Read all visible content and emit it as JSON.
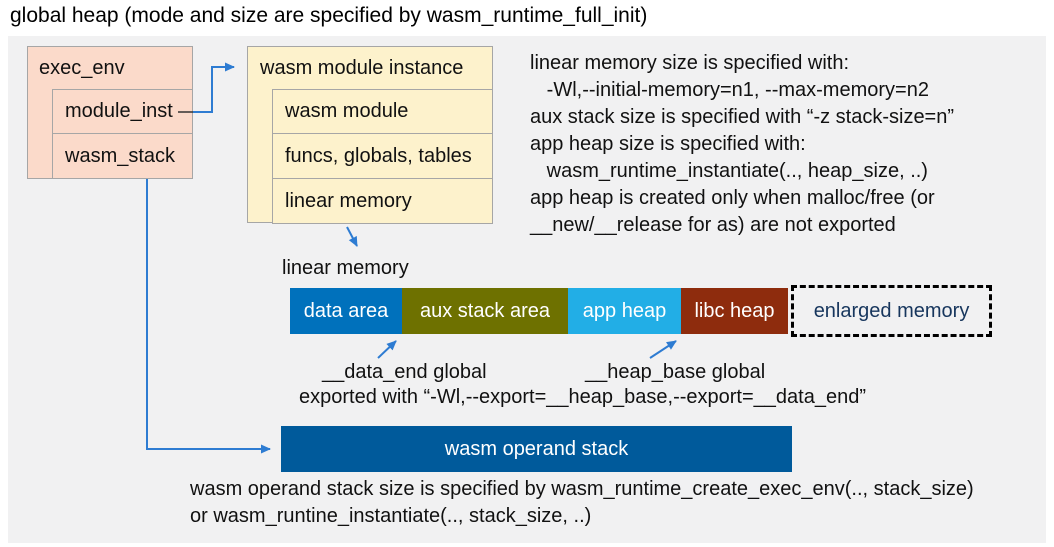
{
  "title": "global heap (mode and size are specified by wasm_runtime_full_init)",
  "exec_env": {
    "header": "exec_env",
    "rows": [
      "module_inst",
      "wasm_stack"
    ]
  },
  "module_instance": {
    "header": "wasm module instance",
    "rows": [
      "wasm module",
      "funcs, globals, tables",
      "linear memory"
    ]
  },
  "notes_right": {
    "lines": [
      "linear memory size is specified with:",
      "   -Wl,--initial-memory=n1, --max-memory=n2",
      "aux stack size is specified with “-z stack-size=n”",
      "app heap size is specified with:",
      "   wasm_runtime_instantiate(.., heap_size, ..)",
      "app heap is created only when malloc/free (or",
      "__new/__release for as) are not exported"
    ]
  },
  "linear_memory": {
    "label": "linear memory",
    "segments": [
      {
        "label": "data area",
        "color": "#0071BC"
      },
      {
        "label": "aux stack area",
        "color": "#6E7100"
      },
      {
        "label": "app heap",
        "color": "#22AEE6"
      },
      {
        "label": "libc heap",
        "color": "#8E2C0D"
      },
      {
        "label": "enlarged memory",
        "color": "#F1F1F2",
        "border": "dashed",
        "text_color": "#17365D"
      }
    ],
    "data_end_label": "__data_end global",
    "heap_base_label": "__heap_base global",
    "export_note": "exported with “-Wl,--export=__heap_base,--export=__data_end”"
  },
  "operand_stack": {
    "label": "wasm operand stack",
    "color": "#005A9B"
  },
  "notes_bottom": {
    "lines": [
      "wasm operand stack size is specified by wasm_runtime_create_exec_env(.., stack_size)",
      "or wasm_runtine_instantiate(.., stack_size, ..)"
    ]
  },
  "colors": {
    "arrow": "#2E7CD2",
    "exec_box_fill": "#FBDACA",
    "instance_box_fill": "#FDF2CC",
    "box_border": "#A6A6A6",
    "panel_bg": "#F1F1F2"
  }
}
